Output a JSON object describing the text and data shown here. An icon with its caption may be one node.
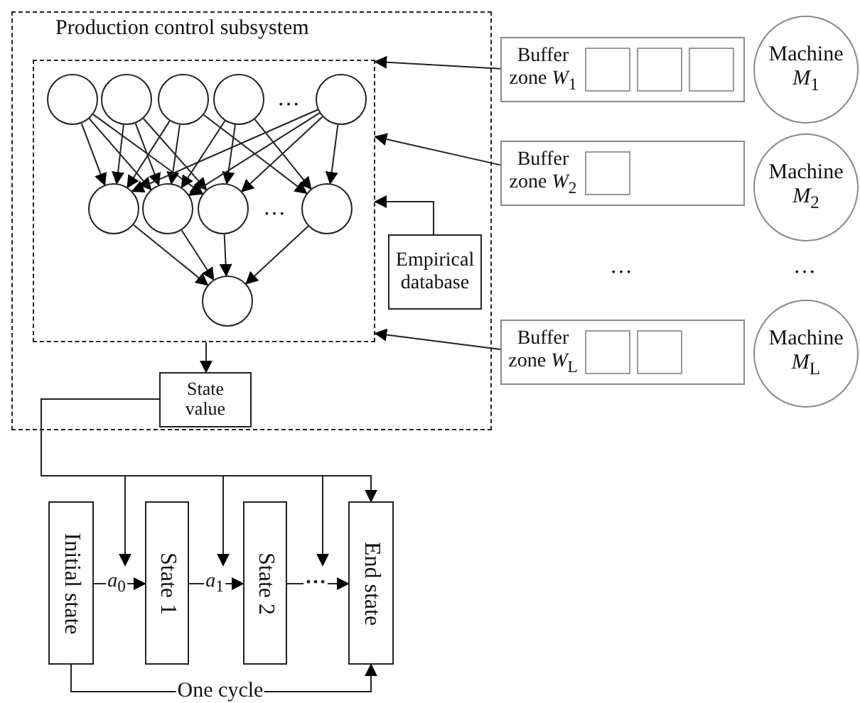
{
  "diagram": {
    "nodes": [
      {
        "text": [
          "Production control subsystem"
        ]
      },
      {
        "text": [],
        "shape": "box",
        "in": 0
      },
      {
        "text": [],
        "shape": "circle",
        "in": 1
      },
      {
        "text": [],
        "shape": "circle",
        "in": 1
      },
      {
        "text": [],
        "shape": "circle",
        "in": 1
      },
      {
        "text": [],
        "shape": "circle",
        "in": 1
      },
      {
        "text": [],
        "shape": "circle",
        "in": 1
      },
      {
        "text": [],
        "shape": "circle",
        "in": 1
      },
      {
        "text": [],
        "shape": "circle",
        "in": 1
      },
      {
        "text": [],
        "shape": "circle",
        "in": 1
      },
      {
        "text": [],
        "shape": "circle",
        "in": 1
      },
      {
        "text": [],
        "shape": "circle",
        "in": 1
      },
      {
        "text": [
          "Empirical database"
        ],
        "in": 0
      },
      {
        "text": [
          "State value"
        ],
        "in": 0
      },
      {
        "text": [
          "Buffer zone *W*$_{1}$"
        ]
      },
      {
        "text": [
          "Buffer zone *W*$_{2}$"
        ]
      },
      {
        "text": [
          "Buffer zone *W*$_{L}$"
        ]
      },
      {
        "text": [
          "Machine *M*$_{1}$"
        ]
      },
      {
        "text": [
          "Machine *M*$_{2}$"
        ]
      },
      {
        "text": [
          "Machine *M*$_{L}$"
        ]
      },
      {
        "text": [
          "Initial state"
        ]
      },
      {
        "text": [
          "State 1"
        ]
      },
      {
        "text": [
          "State 2"
        ]
      },
      {
        "text": [
          "End state"
        ]
      }
    ],
    "edges": [
      {
        "from": 2,
        "to": 7,
        "arrow": "to"
      },
      {
        "from": 2,
        "to": 8,
        "arrow": "to"
      },
      {
        "from": 2,
        "to": 9,
        "arrow": "to"
      },
      {
        "from": 3,
        "to": 7,
        "arrow": "to"
      },
      {
        "from": 3,
        "to": 8,
        "arrow": "to"
      },
      {
        "from": 3,
        "to": 9,
        "arrow": "to"
      },
      {
        "from": 4,
        "to": 7,
        "arrow": "to"
      },
      {
        "from": 4,
        "to": 8,
        "arrow": "to"
      },
      {
        "from": 4,
        "to": 10,
        "arrow": "to"
      },
      {
        "from": 5,
        "to": 8,
        "arrow": "to"
      },
      {
        "from": 5,
        "to": 9,
        "arrow": "to"
      },
      {
        "from": 5,
        "to": 10,
        "arrow": "to"
      },
      {
        "from": 6,
        "to": 7,
        "arrow": "to"
      },
      {
        "from": 6,
        "to": 8,
        "arrow": "to"
      },
      {
        "from": 6,
        "to": 9,
        "arrow": "to"
      },
      {
        "from": 6,
        "to": 10,
        "arrow": "to"
      },
      {
        "from": 7,
        "to": 11,
        "arrow": "to"
      },
      {
        "from": 8,
        "to": 11,
        "arrow": "to"
      },
      {
        "from": 9,
        "to": 11,
        "arrow": "to"
      },
      {
        "from": 10,
        "to": 11,
        "arrow": "to"
      },
      {
        "from": 14,
        "to": 1,
        "arrow": "to"
      },
      {
        "from": 15,
        "to": 1,
        "arrow": "to"
      },
      {
        "from": 16,
        "to": 1,
        "arrow": "to"
      },
      {
        "from": 12,
        "to": 1,
        "arrow": "to"
      },
      {
        "from": 1,
        "to": 13,
        "arrow": "to"
      },
      {
        "from": 13,
        "to": 21,
        "arrow": "to"
      },
      {
        "from": 13,
        "to": 22,
        "arrow": "to"
      },
      {
        "from": 13,
        "to": 23,
        "arrow": "to"
      },
      {
        "from": 13,
        "to": 23,
        "arrow": "to"
      },
      {
        "from": 20,
        "to": 21,
        "arrow": "to",
        "label": "*a*$_{0}$"
      },
      {
        "from": 21,
        "to": 22,
        "arrow": "to",
        "label": "*a*$_{1}$"
      },
      {
        "from": 22,
        "to": 23,
        "arrow": "to",
        "label": "···"
      },
      {
        "from": 20,
        "to": 23,
        "arrow": "to",
        "label": "One cycle"
      }
    ],
    "labels": [
      "…",
      "…",
      "…",
      "…"
    ]
  }
}
